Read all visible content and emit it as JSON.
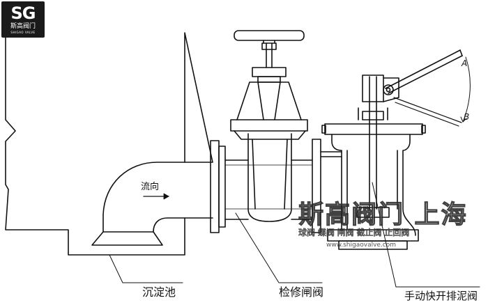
{
  "logo": {
    "mark": "SG",
    "cn": "斯高阀门",
    "en": "SHIGAO VALVE"
  },
  "labels": {
    "flow": "流向",
    "tank": "沉淀池",
    "gate_valve": "检修闸阀",
    "drain_valve": "手动快开排泥阀",
    "pos_a": "A",
    "pos_b": "B"
  },
  "watermark": {
    "cn": "斯高阀门 上海",
    "sub": "球阀 蝶阀 闸阀 截止阀 止回阀",
    "en": "www.shigaovalve.com"
  }
}
